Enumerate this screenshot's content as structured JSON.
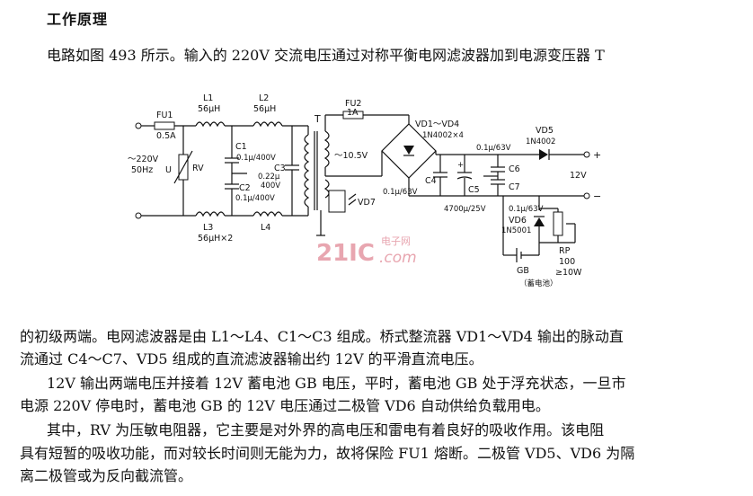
{
  "heading": "工作原理",
  "paragraphs": {
    "p1": "电路如图 493 所示。输入的 220V 交流电压通过对称平衡电网滤波器加到电源变压器 T",
    "p2a": "的初级两端。电网滤波器是由 L1～L4、C1～C3 组成。桥式整流器 VD1～VD4 输出的脉动直",
    "p2b": "流通过 C4～C7、VD5 组成的直流滤波器输出约 12V 的平滑直流电压。",
    "p3a": "12V 输出两端电压并接着 12V 蓄电池 GB 电压，平时，蓄电池 GB 处于浮充状态，一旦市",
    "p3b": "电源 220V 停电时，蓄电池 GB 的 12V 电压通过二极管 VD6 自动供给负载用电。",
    "p4a": "其中，RV 为压敏电阻器，它主要是对外界的高电压和雷电有着良好的吸收作用。该电阻",
    "p4b": "具有短暂的吸收功能，而对较长时间则无能为力，故将保险 FU1 熔断。二极管 VD5、VD6 为隔",
    "p4c": "离二极管或为反向截流管。"
  },
  "circuit": {
    "fu1": "FU1",
    "fu1_val": "0.5A",
    "l1": "L1",
    "l1_val": "56μH",
    "l2": "L2",
    "l2_val": "56μH",
    "l3": "L3",
    "l3_val": "56μH×2",
    "l4": "L4",
    "c1": "C1",
    "c1_val": "0.1μ/400V",
    "c2": "C2",
    "c2_val": "0.1μ/400V",
    "c3": "C3",
    "c3_val1": "0.22μ",
    "c3_val2": "400V",
    "input1": "～220V",
    "input2": "50Hz",
    "u": "U",
    "rv": "RV",
    "t": "T",
    "fu2": "FU2",
    "fu2_val": "1A",
    "sec_v": "～10.5V",
    "vd1": "VD1～VD4",
    "vd1_val": "1N4002×4",
    "c4": "C4",
    "c4_val": "0.1μ/63V",
    "c5": "C5",
    "c5_val": "4700μ/25V",
    "c6": "C6",
    "c6_val": "0.1μ/63V",
    "c7": "C7",
    "c7_val": "0.1μ/63V",
    "vd5": "VD5",
    "vd5_val": "1N4002",
    "vd6": "VD6",
    "vd6_val": "1N5001",
    "vd7": "VD7",
    "plus": "+",
    "minus": "−",
    "out": "12V",
    "gb": "GB",
    "gb_note": "（蓄电池）",
    "rp": "RP",
    "rp_val1": "100",
    "rp_val2": "≥10W"
  },
  "watermark": {
    "big": "21IC",
    "small": "电子网",
    "com": ".com"
  }
}
